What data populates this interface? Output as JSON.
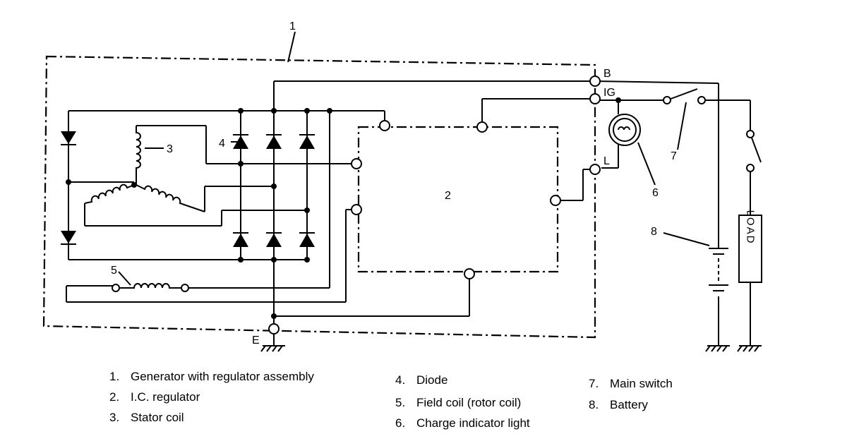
{
  "labels": {
    "callout_1": "1",
    "callout_2": "2",
    "callout_3": "3",
    "callout_4": "4",
    "callout_5": "5",
    "callout_6": "6",
    "callout_7": "7",
    "callout_8": "8",
    "terminal_b": "B",
    "terminal_ig": "IG",
    "terminal_l": "L",
    "terminal_e": "E",
    "load": "LOAD"
  },
  "legend": [
    {
      "num": "1.",
      "text": "Generator with regulator assembly"
    },
    {
      "num": "2.",
      "text": "I.C. regulator"
    },
    {
      "num": "3.",
      "text": "Stator coil"
    },
    {
      "num": "4.",
      "text": "Diode"
    },
    {
      "num": "5.",
      "text": "Field coil (rotor coil)"
    },
    {
      "num": "6.",
      "text": "Charge indicator light"
    },
    {
      "num": "7.",
      "text": "Main switch"
    },
    {
      "num": "8.",
      "text": "Battery"
    }
  ]
}
